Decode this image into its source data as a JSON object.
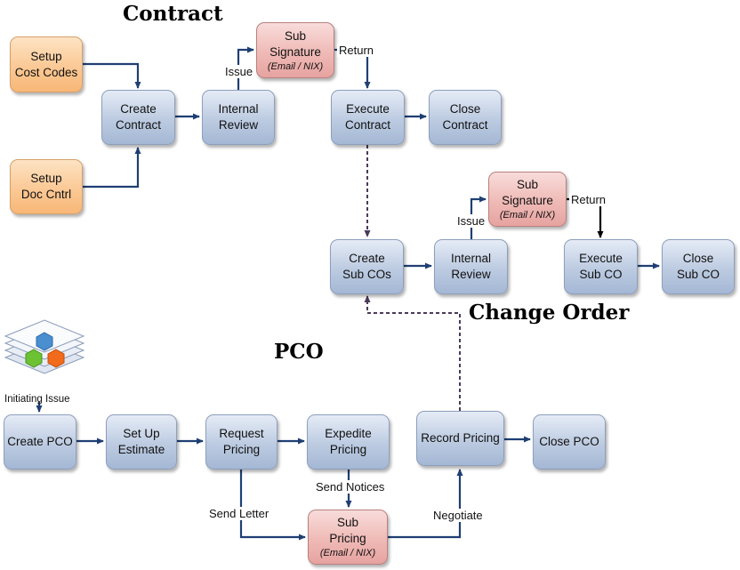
{
  "sections": {
    "contract": "Contract",
    "change_order": "Change Order",
    "pco": "PCO"
  },
  "nodes": {
    "setup_cost_codes": "Setup\nCost Codes",
    "setup_doc_cntrl": "Setup\nDoc Cntrl",
    "create_contract": "Create\nContract",
    "internal_review_contract": "Internal\nReview",
    "sub_signature_contract": {
      "label": "Sub\nSignature",
      "sub": "(Email / NIX)"
    },
    "execute_contract": "Execute\nContract",
    "close_contract": "Close\nContract",
    "create_sub_cos": "Create\nSub COs",
    "internal_review_co": "Internal\nReview",
    "sub_signature_co": {
      "label": "Sub\nSignature",
      "sub": "(Email / NIX)"
    },
    "execute_sub_co": "Execute\nSub CO",
    "close_sub_co": "Close\nSub CO",
    "create_pco": "Create PCO",
    "set_up_estimate": "Set Up\nEstimate",
    "request_pricing": "Request\nPricing",
    "expedite_pricing": "Expedite\nPricing",
    "sub_pricing": {
      "label": "Sub\nPricing",
      "sub": "(Email / NIX)"
    },
    "record_pricing": "Record Pricing",
    "close_pco": "Close PCO"
  },
  "edge_labels": {
    "issue_contract": "Issue",
    "return_contract": "Return",
    "issue_co": "Issue",
    "return_co": "Return",
    "send_notices": "Send Notices",
    "send_letter": "Send Letter",
    "negotiate": "Negotiate"
  },
  "icon": {
    "name": "stacked-layers-hexagon-icon",
    "label": "Initiating Issue"
  },
  "colors": {
    "node_blue": "#bccbe1",
    "node_orange": "#fbc995",
    "node_pink": "#efbab6",
    "arrow": "#1f3f73",
    "dashed_arrow": "#4a3a5a",
    "return_arrow_co": "#000000"
  }
}
